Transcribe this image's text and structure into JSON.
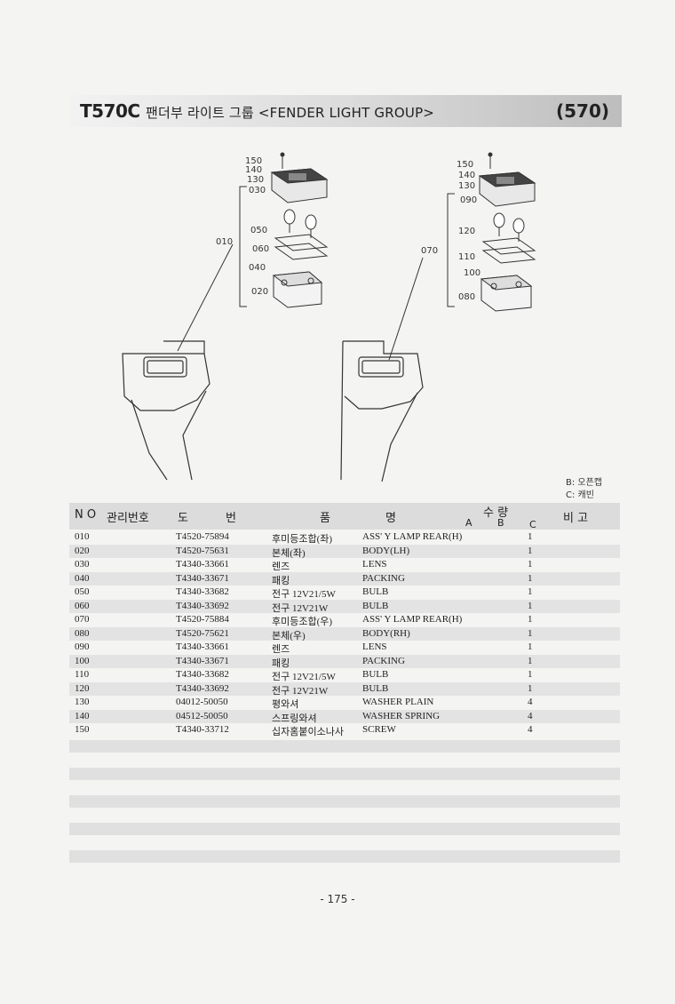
{
  "header": {
    "model": "T570C",
    "title": "팬더부 라이트 그룹 <FENDER LIGHT GROUP>",
    "number": "(570)"
  },
  "diagram": {
    "left_callouts": [
      "150",
      "140",
      "130",
      "030",
      "050",
      "060",
      "040",
      "020",
      "010"
    ],
    "right_callouts": [
      "150",
      "140",
      "130",
      "090",
      "120",
      "110",
      "100",
      "080",
      "070"
    ]
  },
  "legend": {
    "b": "B: 오픈캡",
    "c": "C: 캐빈"
  },
  "table": {
    "headers": {
      "no": "N O",
      "mgmt": "관리번호",
      "part_do": "도",
      "part_bun": "번",
      "name_pum": "품",
      "name_myeong": "명",
      "qty": "수 량",
      "qty_a": "A",
      "qty_b": "B",
      "qty_c": "C",
      "remark": "비 고"
    },
    "rows": [
      {
        "no": "010",
        "part": "T4520-75894",
        "kor": "후미등조합(좌)",
        "eng": "ASS' Y LAMP REAR(H)",
        "qty": "1"
      },
      {
        "no": "020",
        "part": "T4520-75631",
        "kor": "본체(좌)",
        "eng": "BODY(LH)",
        "qty": "1"
      },
      {
        "no": "030",
        "part": "T4340-33661",
        "kor": "렌즈",
        "eng": "LENS",
        "qty": "1"
      },
      {
        "no": "040",
        "part": "T4340-33671",
        "kor": "패킹",
        "eng": "PACKING",
        "qty": "1"
      },
      {
        "no": "050",
        "part": "T4340-33682",
        "kor": "전구 12V21/5W",
        "eng": "BULB",
        "qty": "1"
      },
      {
        "no": "060",
        "part": "T4340-33692",
        "kor": "전구 12V21W",
        "eng": "BULB",
        "qty": "1"
      },
      {
        "no": "070",
        "part": "T4520-75884",
        "kor": "후미등조합(우)",
        "eng": "ASS' Y LAMP REAR(H)",
        "qty": "1"
      },
      {
        "no": "080",
        "part": "T4520-75621",
        "kor": "본체(우)",
        "eng": "BODY(RH)",
        "qty": "1"
      },
      {
        "no": "090",
        "part": "T4340-33661",
        "kor": "렌즈",
        "eng": "LENS",
        "qty": "1"
      },
      {
        "no": "100",
        "part": "T4340-33671",
        "kor": "패킹",
        "eng": "PACKING",
        "qty": "1"
      },
      {
        "no": "110",
        "part": "T4340-33682",
        "kor": "전구 12V21/5W",
        "eng": "BULB",
        "qty": "1"
      },
      {
        "no": "120",
        "part": "T4340-33692",
        "kor": "전구 12V21W",
        "eng": "BULB",
        "qty": "1"
      },
      {
        "no": "130",
        "part": "04012-50050",
        "kor": "평와셔",
        "eng": "WASHER PLAIN",
        "qty": "4"
      },
      {
        "no": "140",
        "part": "04512-50050",
        "kor": "스프링와셔",
        "eng": "WASHER SPRING",
        "qty": "4"
      },
      {
        "no": "150",
        "part": "T4340-33712",
        "kor": "십자홈붙이소나사",
        "eng": "SCREW",
        "qty": "4"
      }
    ]
  },
  "footer": {
    "page": "- 175 -"
  }
}
